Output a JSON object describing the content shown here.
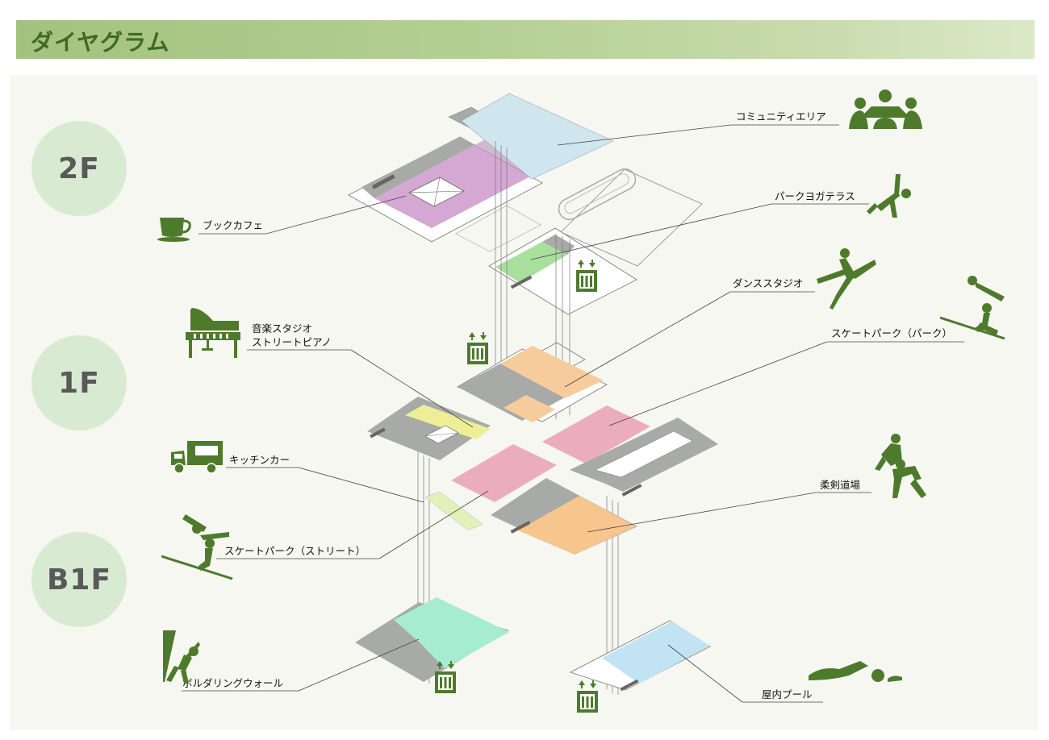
{
  "header": {
    "title": "ダイヤグラム"
  },
  "floors": {
    "f2": "2F",
    "f1": "1F",
    "b1": "B1F"
  },
  "labels": {
    "community": "コミュニティエリア",
    "park_yoga": "パークヨガテラス",
    "book_cafe": "ブックカフェ",
    "dance": "ダンススタジオ",
    "music_line1": "音楽スタジオ",
    "music_line2": "ストリートピアノ",
    "skate_park": "スケートパーク（パーク）",
    "kitchen": "キッチンカー",
    "judo": "柔剣道場",
    "skate_street": "スケートパーク（ストリート）",
    "bouldering": "ボルダリングウォール",
    "pool": "屋内プール"
  },
  "colors": {
    "accent": "#4e7a2c",
    "community_area": "#cfe6ee",
    "book_cafe": "#d4a8d2",
    "yoga_terrace": "#a9df9d",
    "music_studio": "#eeee97",
    "dance_studio": "#f7cc9c",
    "skate_park": "#ebadbe",
    "judo_hall": "#f7c68f",
    "kitchen_car": "#e4efb9",
    "bouldering": "#a5ecd0",
    "pool": "#c2e3f3",
    "core_gray": "#a8aaa8"
  },
  "icons": [
    "meeting-icon",
    "yoga-icon",
    "coffee-cup-icon",
    "dance-icon",
    "piano-icon",
    "skateboard-icon",
    "food-truck-icon",
    "judo-icon",
    "climbing-icon",
    "swimming-icon",
    "elevator-icon"
  ]
}
